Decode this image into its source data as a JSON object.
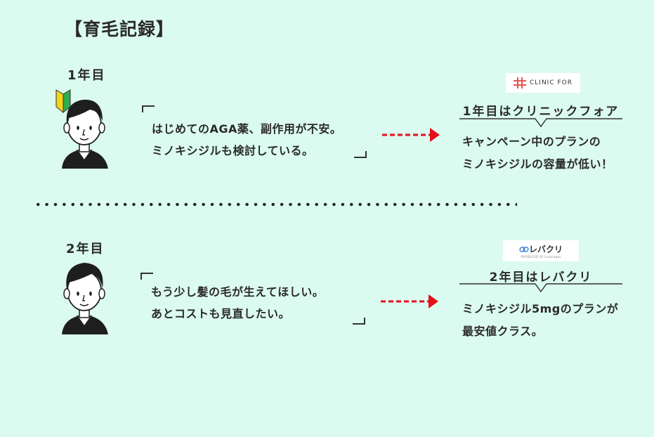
{
  "title": "【育毛記録】",
  "year1": {
    "label": "1年目",
    "concern_line1": "はじめてのAGA薬、副作用が不安。",
    "concern_line2": "ミノキシジルも検討している。",
    "logo_text": "CLINIC FOR",
    "logo_color": "#e5564b",
    "clinic_heading": "1年目はクリニックフォア",
    "review_line1": "キャンペーン中のプラン",
    "review_line1b": "の",
    "review_line2": "ミノキシジルの容量が低い！"
  },
  "year2": {
    "label": "2年目",
    "concern_line1": "もう少し髪の毛が生えてほしい。",
    "concern_line2": "あとコストも見直したい。",
    "logo_text": "レバクリ",
    "logo_sub": "PRODUCED BY Leverages",
    "clinic_heading": "2年目はレバクリ",
    "review_line1": "ミノキシジル5mgのプランが",
    "review_line2": "最安値クラス。"
  },
  "colors": {
    "arrow": "#e3101a",
    "background": "#dbfaf0",
    "beginner_mark_green": "#2fae4a",
    "beginner_mark_yellow": "#f5d31b"
  },
  "icons": [
    "beginner-mark-icon",
    "man-avatar-icon",
    "clinicfor-logo-icon",
    "leverages-logo-icon",
    "arrow-right-icon"
  ]
}
